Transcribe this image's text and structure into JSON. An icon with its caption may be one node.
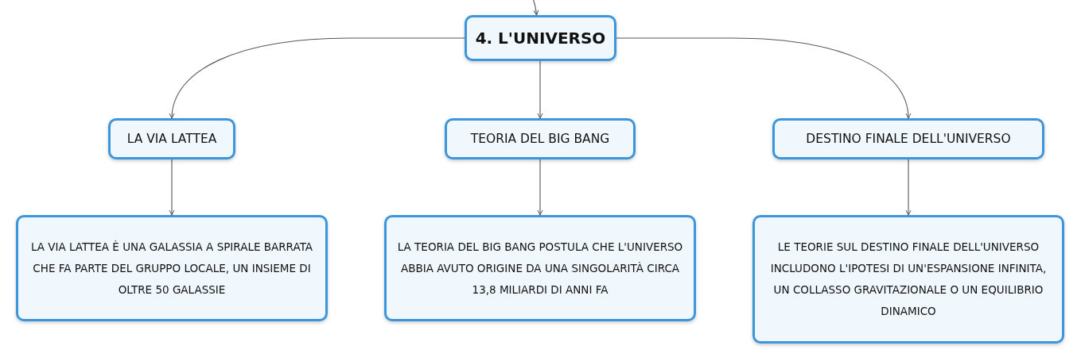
{
  "diagram": {
    "nodes": [
      {
        "text": [
          "4. L'UNIVERSO"
        ]
      },
      {
        "text": [
          "LA VIA LATTEA"
        ]
      },
      {
        "text": [
          "TEORIA DEL BIG BANG"
        ]
      },
      {
        "text": [
          "DESTINO FINALE DELL'UNIVERSO"
        ]
      },
      {
        "text": [
          "LA VIA LATTEA È UNA GALASSIA A SPIRALE BARRATA CHE FA PARTE DEL GRUPPO LOCALE, UN INSIEME DI OLTRE 50 GALASSIE"
        ]
      },
      {
        "text": [
          "LA TEORIA DEL BIG BANG POSTULA CHE L'UNIVERSO ABBIA AVUTO ORIGINE DA UNA SINGOLARITÀ CIRCA 13,8 MILIARDI DI ANNI FA"
        ]
      },
      {
        "text": [
          "LE TEORIE SUL DESTINO FINALE DELL'UNIVERSO INCLUDONO L'IPOTESI DI UN'ESPANSIONE INFINITA, UN COLLASSO GRAVITAZIONALE O UN EQUILIBRIO DINAMICO"
        ]
      }
    ],
    "edges": [
      {
        "from": null,
        "to": 0,
        "arrow": "to"
      },
      {
        "from": 0,
        "to": 1,
        "arrow": "to"
      },
      {
        "from": 0,
        "to": 2,
        "arrow": "to"
      },
      {
        "from": 0,
        "to": 3,
        "arrow": "to"
      },
      {
        "from": 1,
        "to": 4,
        "arrow": "to"
      },
      {
        "from": 2,
        "to": 5,
        "arrow": "to"
      },
      {
        "from": 3,
        "to": 6,
        "arrow": "to"
      }
    ]
  }
}
